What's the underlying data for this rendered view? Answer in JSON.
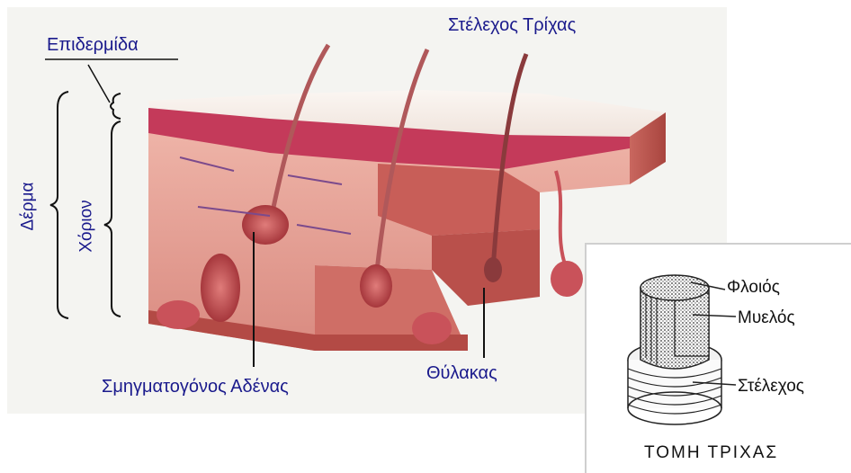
{
  "labels": {
    "epidermis": "Επιδερμίδα",
    "dermis": "Δέρμα",
    "corium": "Χόριον",
    "hair_shaft": "Στέλεχος Τρίχας",
    "sebaceous_gland": "Σμηγματογόνος Αδένας",
    "follicle": "Θύλακας"
  },
  "inset": {
    "cortex": "Φλοιός",
    "medulla": "Μυελός",
    "shaft": "Στέλεχος",
    "title": "ΤΟΜΗ ΤΡΙΧΑΣ"
  },
  "colors": {
    "label_blue": "#1a1a8c",
    "skin_flesh": "#e9a59c",
    "skin_dark": "#c56a63",
    "epidermis_top": "#f5ece6",
    "epidermis_pink": "#c43a5a",
    "background_panel": "#f4f4f1"
  }
}
